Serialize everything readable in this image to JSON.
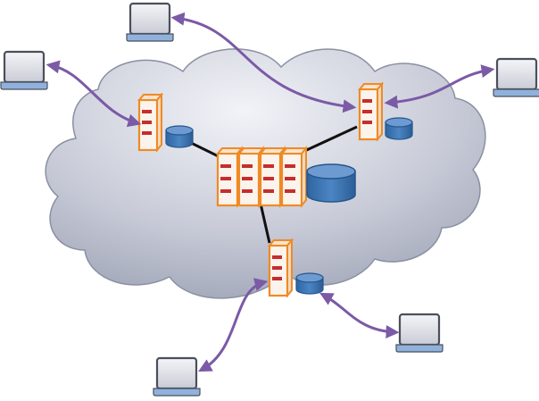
{
  "diagram": {
    "kind": "cloud network topology",
    "colors": {
      "background": "#ffffff",
      "cloud_fill_light": "#eef0f6",
      "cloud_fill_dark": "#9da3b5",
      "cloud_stroke": "#8a90a2",
      "server_fill": "#fbf4ec",
      "server_stroke": "#ef8a25",
      "server_slot": "#c62d2d",
      "database_fill": "#3f78b5",
      "database_top": "#6d9ad0",
      "database_stroke": "#24558d",
      "link_line": "#111111",
      "arrow": "#7b5aa6",
      "terminal_screen": "#e9eaee",
      "terminal_stroke": "#4b4f5c",
      "terminal_base": "#8fb2dc"
    },
    "icons": {
      "server": "server-rack-icon",
      "database": "database-cylinder-icon",
      "terminal": "computer-terminal-icon",
      "cloud": "cloud-icon"
    },
    "counts": {
      "central_server_racks": 4,
      "edge_servers": 3,
      "client_terminals": 5,
      "client_links": 5,
      "backbone_links": 3
    }
  }
}
